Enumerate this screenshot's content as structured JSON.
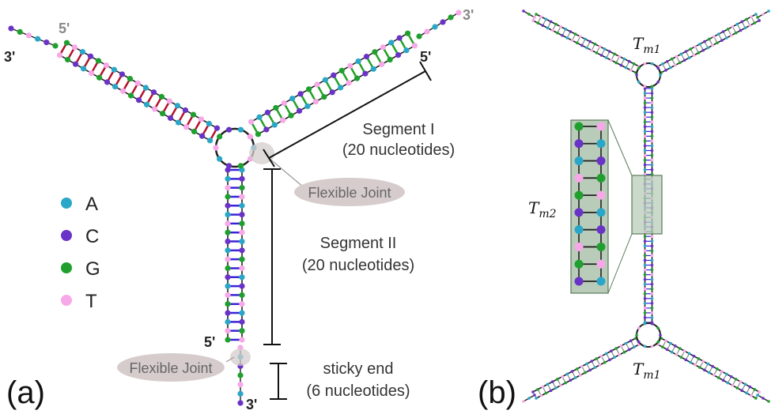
{
  "panel_a": {
    "label": "(a)",
    "ends": {
      "left_3": "3'",
      "left_5": "5'",
      "right_3": "3'",
      "right_5": "5'",
      "bottom_5": "5'",
      "bottom_3": "3'"
    },
    "legend": [
      {
        "base": "A",
        "color": "#2aa7c8"
      },
      {
        "base": "C",
        "color": "#6a33c7"
      },
      {
        "base": "G",
        "color": "#1fa02e"
      },
      {
        "base": "T",
        "color": "#f7a8e8"
      }
    ],
    "annotations": {
      "segment1_title": "Segment I",
      "segment1_count": "(20 nucleotides)",
      "segment2_title": "Segment II",
      "segment2_count": "(20 nucleotides)",
      "sticky_title": "sticky end",
      "sticky_count": "(6 nucleotides)",
      "joint_top": "Flexible Joint",
      "joint_bottom": "Flexible Joint"
    },
    "colors": {
      "backbone_red": "#b3122b",
      "backbone_blue": "#3a22d6",
      "backbone_green": "#21a224",
      "joint_fill": "#d6cccc"
    }
  },
  "panel_b": {
    "label": "(b)",
    "tm1_top": "T",
    "tm1_top_sub": "m1",
    "tm1_bottom": "T",
    "tm1_bottom_sub": "m1",
    "tm2": "T",
    "tm2_sub": "m2",
    "zoom_fill": "#b9ccb9"
  }
}
